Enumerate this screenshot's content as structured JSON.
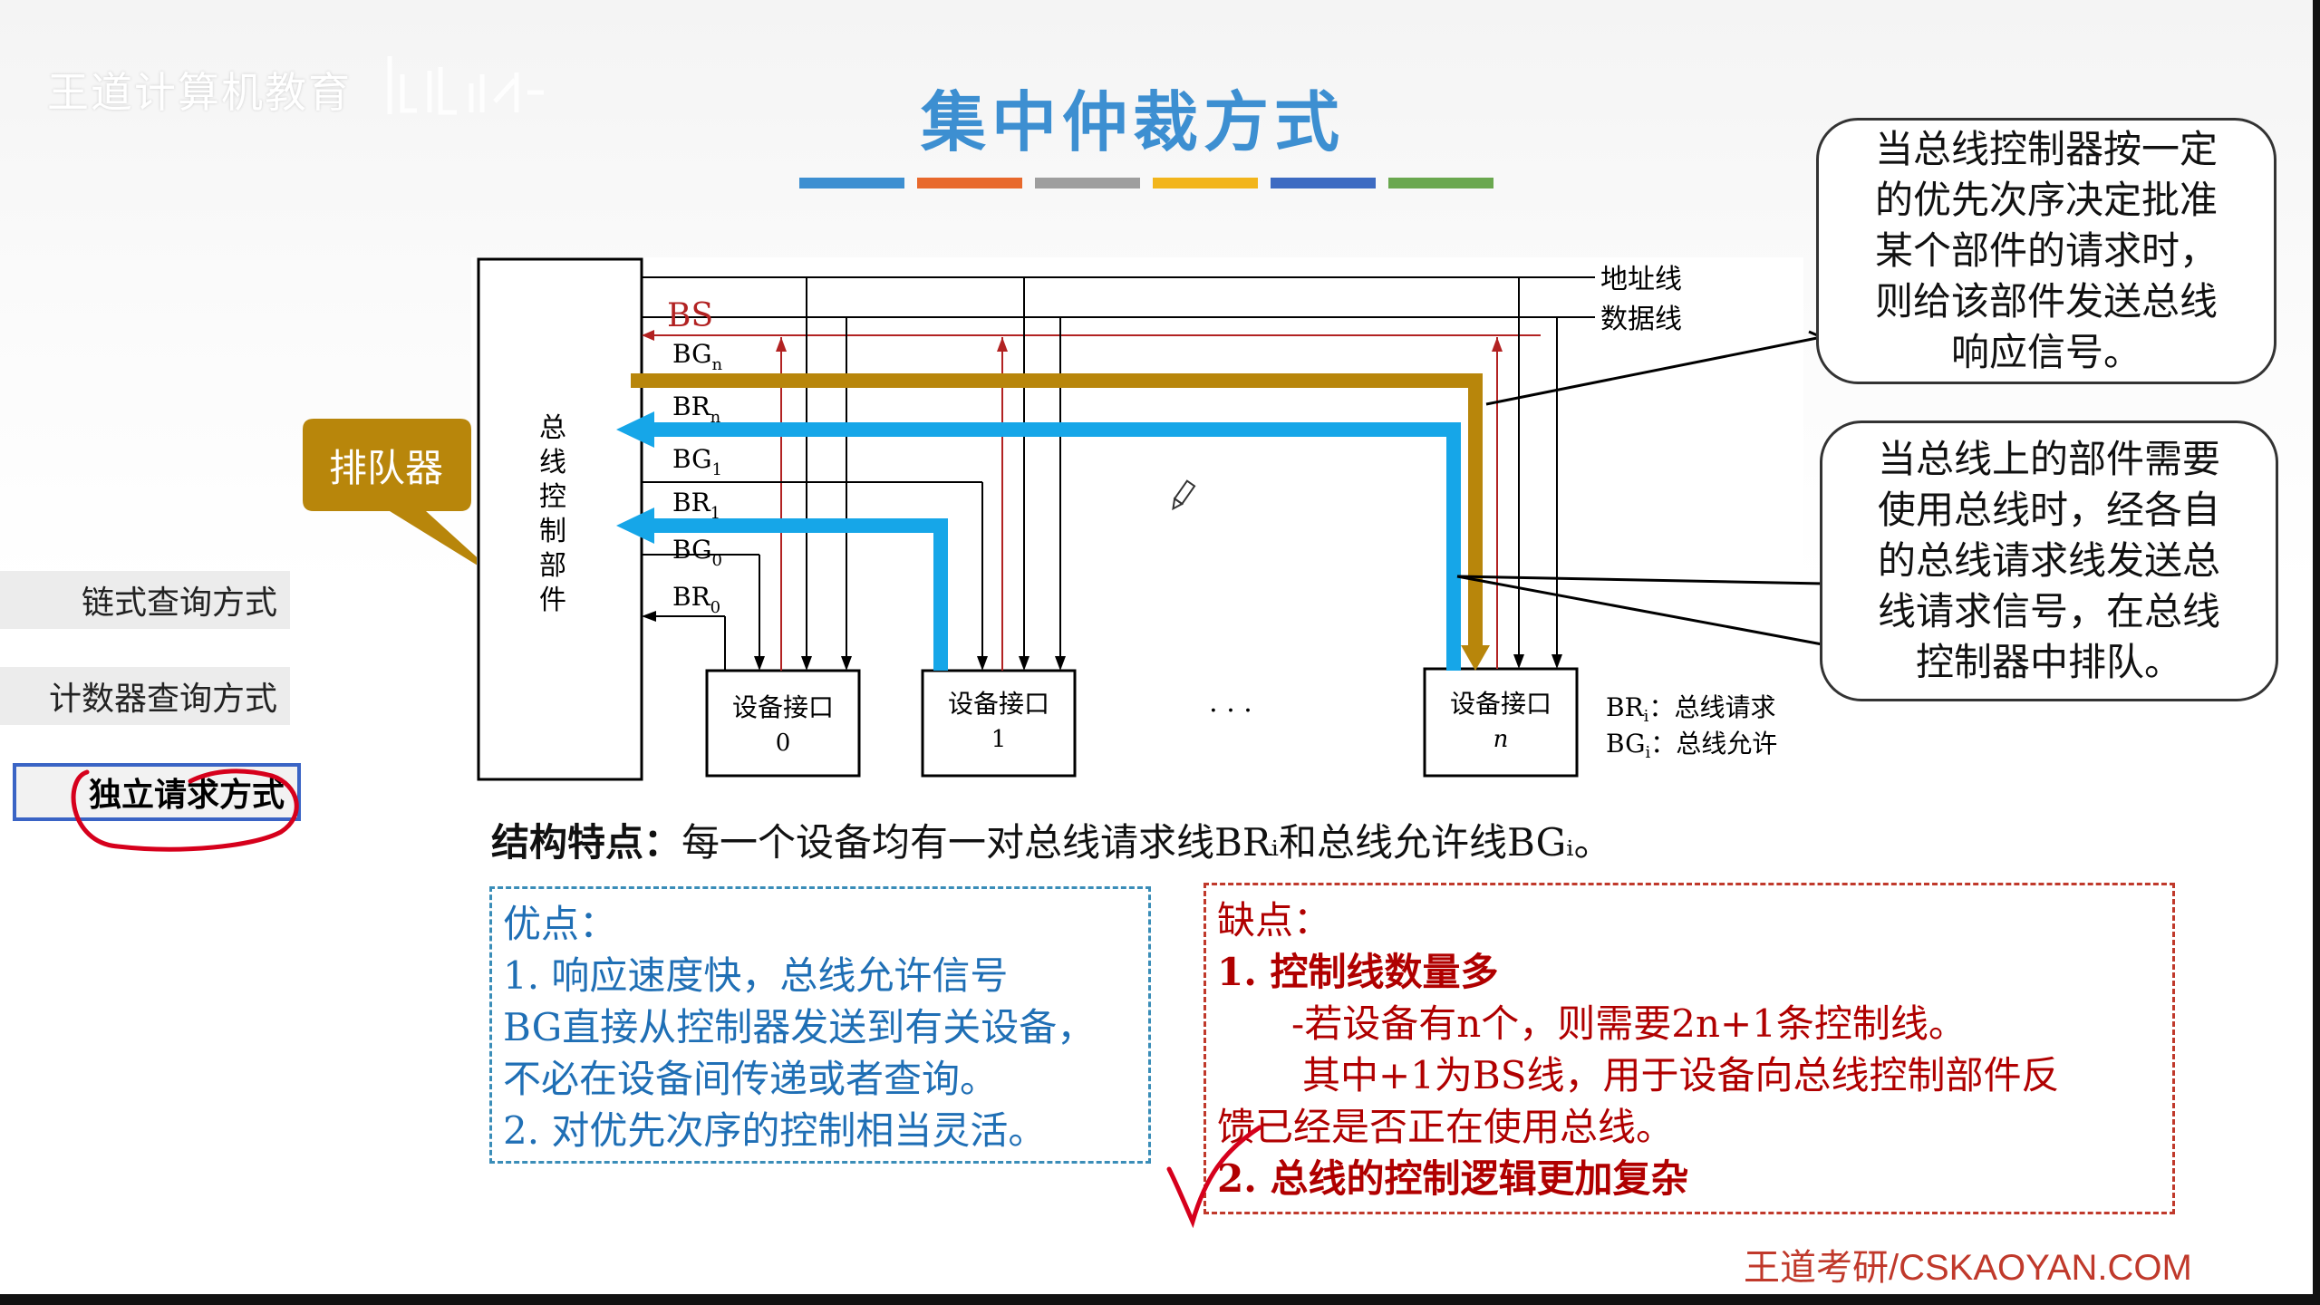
{
  "watermark": "王道计算机教育",
  "title": "集中仲裁方式",
  "title_bar_colors": [
    "#3d8fd1",
    "#e8692c",
    "#9e9e9e",
    "#f2b51c",
    "#3d6bc2",
    "#6aa84f"
  ],
  "sidebar": {
    "items": [
      {
        "label": "链式查询方式",
        "active": false
      },
      {
        "label": "计数器查询方式",
        "active": false
      },
      {
        "label": "独立请求方式",
        "active": true
      }
    ]
  },
  "queue_label": "排队器",
  "diagram": {
    "controller_label": "总线控制部件",
    "signals": {
      "bs": "BS",
      "bgn": "BG",
      "brn": "BR",
      "bg1": "BG",
      "br1": "BR",
      "bg0": "BG",
      "br0": "BR"
    },
    "subscripts": {
      "n": "n",
      "one": "1",
      "zero": "0"
    },
    "address_line": "地址线",
    "data_line": "数据线",
    "devices": [
      {
        "label": "设备接口",
        "index": "0"
      },
      {
        "label": "设备接口",
        "index": "1"
      },
      {
        "label": "设备接口",
        "index": "n"
      }
    ],
    "ellipsis": "· · ·",
    "legend": [
      {
        "sym": "BR",
        "sub": "i",
        "text": "：总线请求"
      },
      {
        "sym": "BG",
        "sub": "i",
        "text": "：总线允许"
      }
    ]
  },
  "callouts": {
    "top": [
      "当总线控制器按一定",
      "的优先次序决定批准",
      "某个部件的请求时，",
      "则给该部件发送总线",
      "响应信号。"
    ],
    "bottom": [
      "当总线上的部件需要",
      "使用总线时，经各自",
      "的总线请求线发送总",
      "线请求信号，在总线",
      "控制器中排队。"
    ]
  },
  "structure": {
    "heading": "结构特点：",
    "text": "每一个设备均有一对总线请求线BRᵢ和总线允许线BGᵢ。"
  },
  "pros": {
    "heading": "优点：",
    "lines": [
      "1.  响应速度快，总线允许信号",
      "BG直接从控制器发送到有关设备，",
      "不必在设备间传递或者查询。",
      "2.  对优先次序的控制相当灵活。"
    ]
  },
  "cons": {
    "heading": "缺点：",
    "item1": "1.  控制线数量多",
    "detail1": "-若设备有n个，则需要2n+1条控制线。",
    "detail2": "其中+1为BS线，用于设备向总线控制部件反",
    "detail3": "馈已经是否正在使用总线。",
    "item2": "2.  总线的控制逻辑更加复杂"
  },
  "footer": "王道考研/CSKAOYAN.COM",
  "colors": {
    "gold_arrow": "#b8860b",
    "blue_arrow": "#16a6e8",
    "red_line": "#b22222",
    "annotation_red": "#d6001c"
  }
}
